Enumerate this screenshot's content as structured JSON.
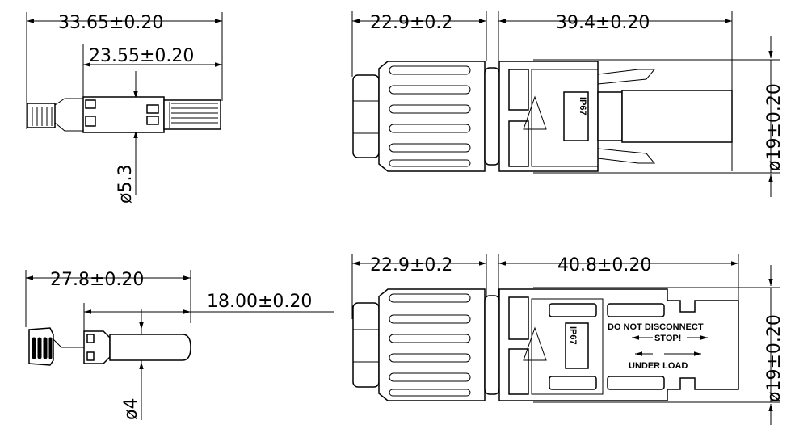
{
  "dimensions": {
    "tl_overall": "33.65±0.20",
    "tl_inner": "23.55±0.20",
    "tl_dia": "ø5.3",
    "tr_left": "22.9±0.2",
    "tr_right": "39.4±0.20",
    "tr_dia": "ø19±0.20",
    "bl_overall": "27.8±0.20",
    "bl_inner": "18.00±0.20",
    "bl_dia": "ø4",
    "br_left": "22.9±0.2",
    "br_right": "40.8±0.20",
    "br_dia": "ø19±0.20"
  },
  "markings": {
    "ip": "IP67",
    "warn_line1": "DO NOT DISCONNECT",
    "warn_line2": "STOP!",
    "warn_line3": "UNDER   LOAD"
  },
  "colors": {
    "ink": "#000000",
    "paper": "#ffffff"
  }
}
